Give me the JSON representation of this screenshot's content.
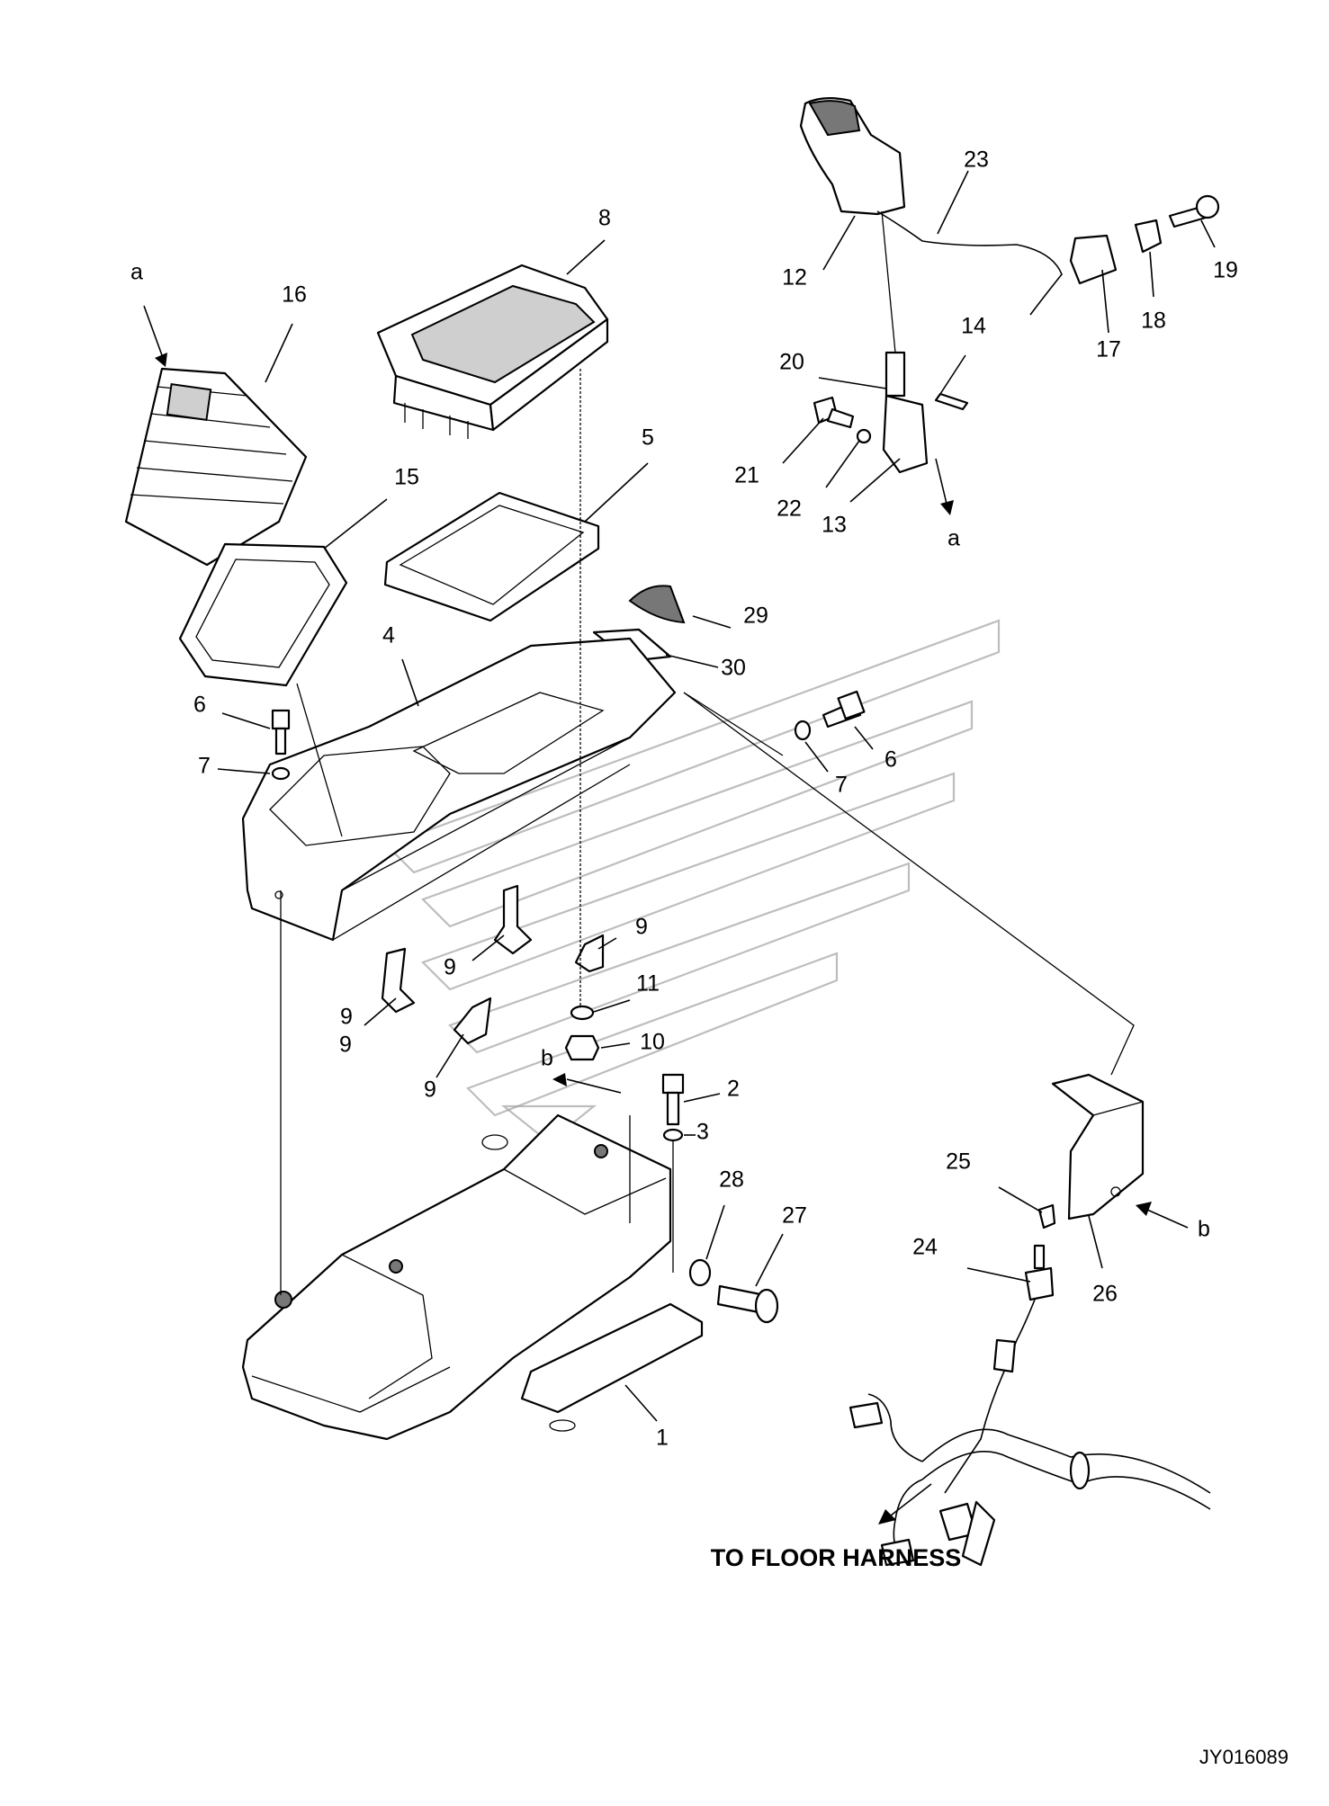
{
  "diagram": {
    "labels": [
      "1",
      "2",
      "3",
      "4",
      "5",
      "6",
      "6",
      "7",
      "7",
      "8",
      "9",
      "9",
      "9",
      "9",
      "9",
      "10",
      "11",
      "12",
      "13",
      "14",
      "15",
      "16",
      "17",
      "18",
      "19",
      "20",
      "21",
      "22",
      "23",
      "24",
      "25",
      "26",
      "27",
      "28",
      "29",
      "30"
    ],
    "view_markers": [
      "a",
      "a",
      "b",
      "b"
    ],
    "note": "TO FLOOR HARNESS",
    "drawing_code": "JY016089"
  }
}
